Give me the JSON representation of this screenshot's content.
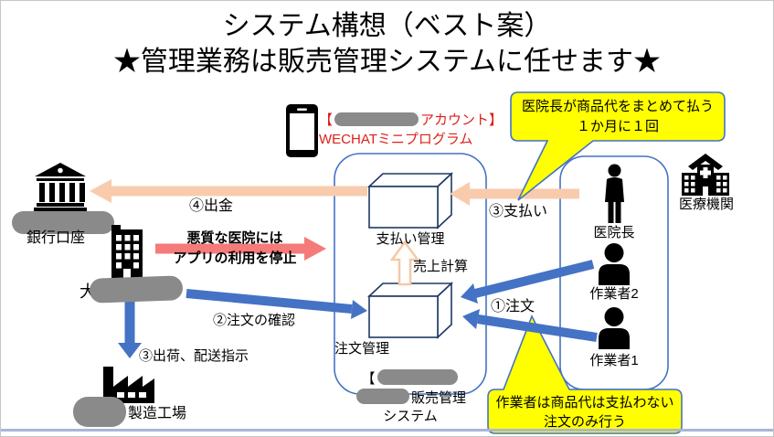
{
  "title": {
    "line1": "システム構想（ベスト案）",
    "line2": "★管理業務は販売管理システムに任せます★"
  },
  "wechat_note": {
    "line1_prefix": "【",
    "line1_redacted": true,
    "line1_suffix": "アカウント】",
    "line2": "WECHATミニプログラム"
  },
  "callout_top": {
    "line1": "医院長が商品代をまとめて払う",
    "line2": "１か月に１回"
  },
  "callout_bottom": {
    "line1": "作業者は商品代は支払わない",
    "line2": "注文のみ行う"
  },
  "nodes": {
    "bank": {
      "label": "銀行口座",
      "redacted_line_above": true
    },
    "wholesaler": {
      "visible_prefix": "大",
      "rest_redacted": true
    },
    "factory": {
      "label": "製造工場",
      "prefix_redacted": true
    },
    "hospital": {
      "label": "医療機関"
    },
    "director": {
      "label": "医院長"
    },
    "worker2": {
      "label": "作業者2"
    },
    "worker1": {
      "label": "作業者1"
    }
  },
  "system": {
    "payment_box": "支払い管理",
    "order_box": "注文管理",
    "sales_calc": "売上計算",
    "footer_line1_prefix": "【",
    "footer_line1_redacted": true,
    "footer_line2_redacted_prefix": true,
    "footer_line2_suffix": "販売管理",
    "footer_line3": "システム"
  },
  "flows": {
    "withdraw": "④出金",
    "pay": "③支払い",
    "order": "①注文",
    "order_confirm": "②注文の確認",
    "ship": "③出荷、配送指示",
    "ban_line1": "悪質な医院には",
    "ban_line2": "アプリの利用を停止"
  },
  "colors": {
    "accent_blue": "#4472C4",
    "box_navy": "#1F3864",
    "arrow_orange": "#F8CBAD",
    "arrow_red": "#F57A7A",
    "callout_yellow": "#FFFF00",
    "red_text": "#DE1F18",
    "scribble_gray": "#8A8A8A"
  }
}
